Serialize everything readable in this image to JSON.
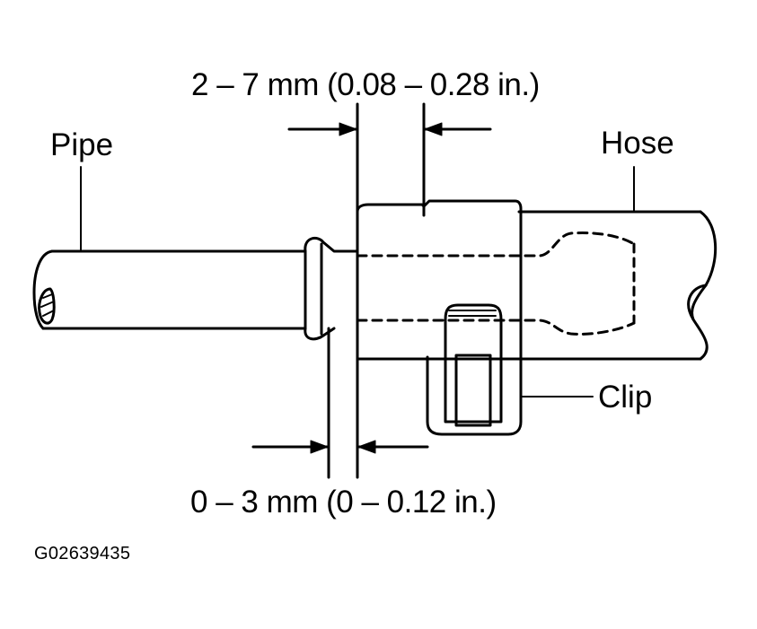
{
  "labels": {
    "top_dimension": "2 – 7 mm (0.08 – 0.28 in.)",
    "bottom_dimension": "0 – 3 mm (0 – 0.12 in.)",
    "pipe": "Pipe",
    "hose": "Hose",
    "clip": "Clip",
    "figure_id": "G02639435"
  },
  "colors": {
    "ink": "#000000",
    "background": "#ffffff"
  }
}
